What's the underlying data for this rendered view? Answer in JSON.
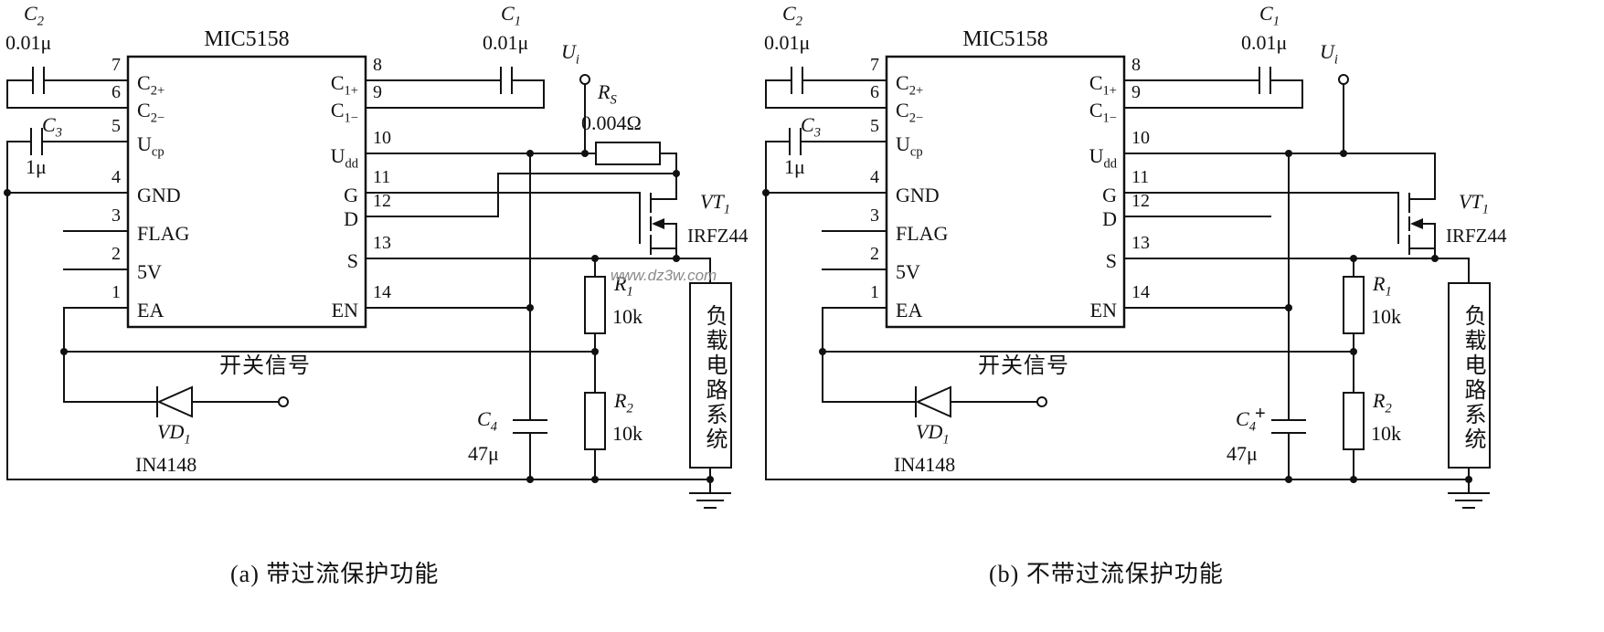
{
  "watermark": "www.dz3w.com",
  "captions": {
    "a": "(a) 带过流保护功能",
    "b": "(b) 不带过流保护功能"
  },
  "ic_name": "MIC5158",
  "pins": {
    "p7": {
      "num": "7",
      "base": "C",
      "sub": "2+"
    },
    "p6": {
      "num": "6",
      "base": "C",
      "sub": "2−"
    },
    "p5": {
      "num": "5",
      "base": "U",
      "sub": "cp"
    },
    "p4": {
      "num": "4",
      "base": "GND",
      "sub": ""
    },
    "p3": {
      "num": "3",
      "base": "FLAG",
      "sub": ""
    },
    "p2": {
      "num": "2",
      "base": "5V",
      "sub": ""
    },
    "p1": {
      "num": "1",
      "base": "EA",
      "sub": ""
    },
    "p8": {
      "num": "8",
      "base": "C",
      "sub": "1+"
    },
    "p9": {
      "num": "9",
      "base": "C",
      "sub": "1−"
    },
    "p10": {
      "num": "10",
      "base": "U",
      "sub": "dd"
    },
    "p11": {
      "num": "11",
      "base": "G",
      "sub": ""
    },
    "p12": {
      "num": "12",
      "base": "D",
      "sub": ""
    },
    "p13": {
      "num": "13",
      "base": "S",
      "sub": ""
    },
    "p14": {
      "num": "14",
      "base": "EN",
      "sub": ""
    }
  },
  "parts": {
    "c2": {
      "base": "C",
      "sub": "2",
      "value": "0.01μ"
    },
    "c1": {
      "base": "C",
      "sub": "1",
      "value": "0.01μ"
    },
    "c3": {
      "base": "C",
      "sub": "3",
      "value": "1μ"
    },
    "c4": {
      "base": "C",
      "sub": "4",
      "value": "47μ",
      "plus": "+"
    },
    "rs": {
      "base": "R",
      "sub": "S",
      "value": "0.004Ω"
    },
    "r1": {
      "base": "R",
      "sub": "1",
      "value": "10k"
    },
    "r2": {
      "base": "R",
      "sub": "2",
      "value": "10k"
    },
    "ui": {
      "base": "U",
      "sub": "i"
    },
    "vt1": {
      "base": "VT",
      "sub": "1",
      "part": "IRFZ44"
    },
    "vd1": {
      "base": "VD",
      "sub": "1",
      "part": "IN4148"
    },
    "load_label": "负载电路系统",
    "switch_label": "开关信号"
  },
  "colors": {
    "line": "#111111",
    "background": "#ffffff",
    "watermark": "#8a8a8a"
  }
}
